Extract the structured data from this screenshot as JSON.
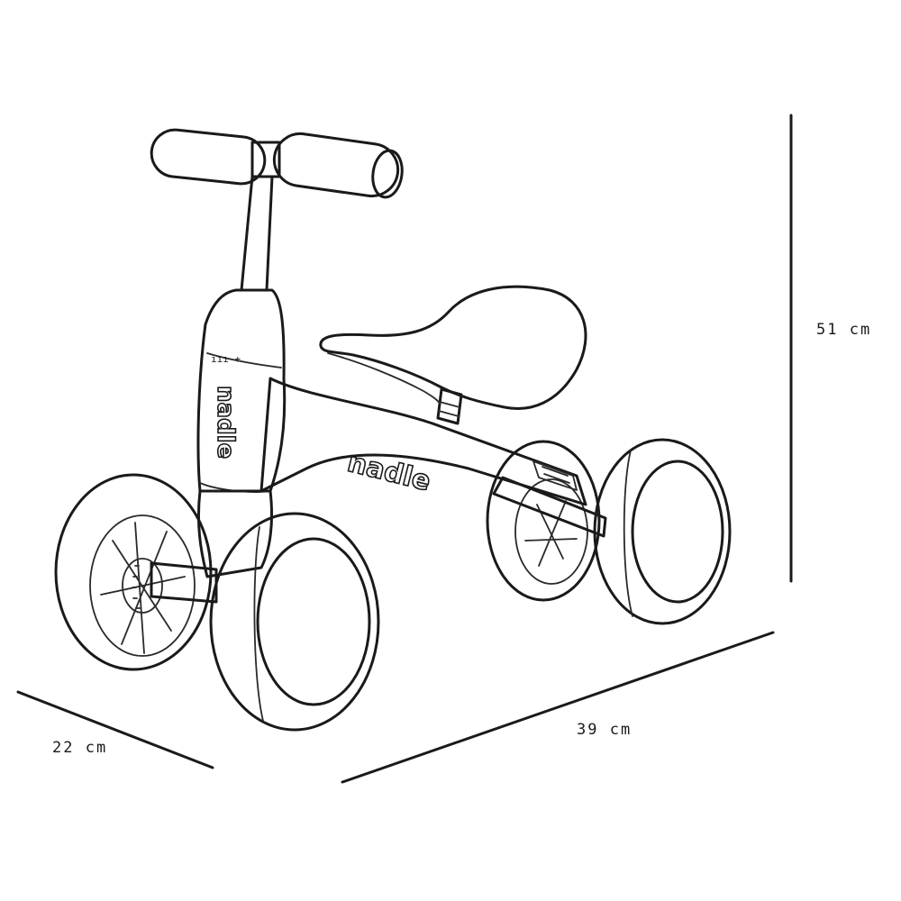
{
  "dimensions": {
    "height": "51 cm",
    "length": "39 cm",
    "width": "22 cm"
  },
  "product": {
    "brand_mark_frame": "nadle",
    "brand_mark_stem": "nadle",
    "height_scale_marks": "ııı +"
  }
}
